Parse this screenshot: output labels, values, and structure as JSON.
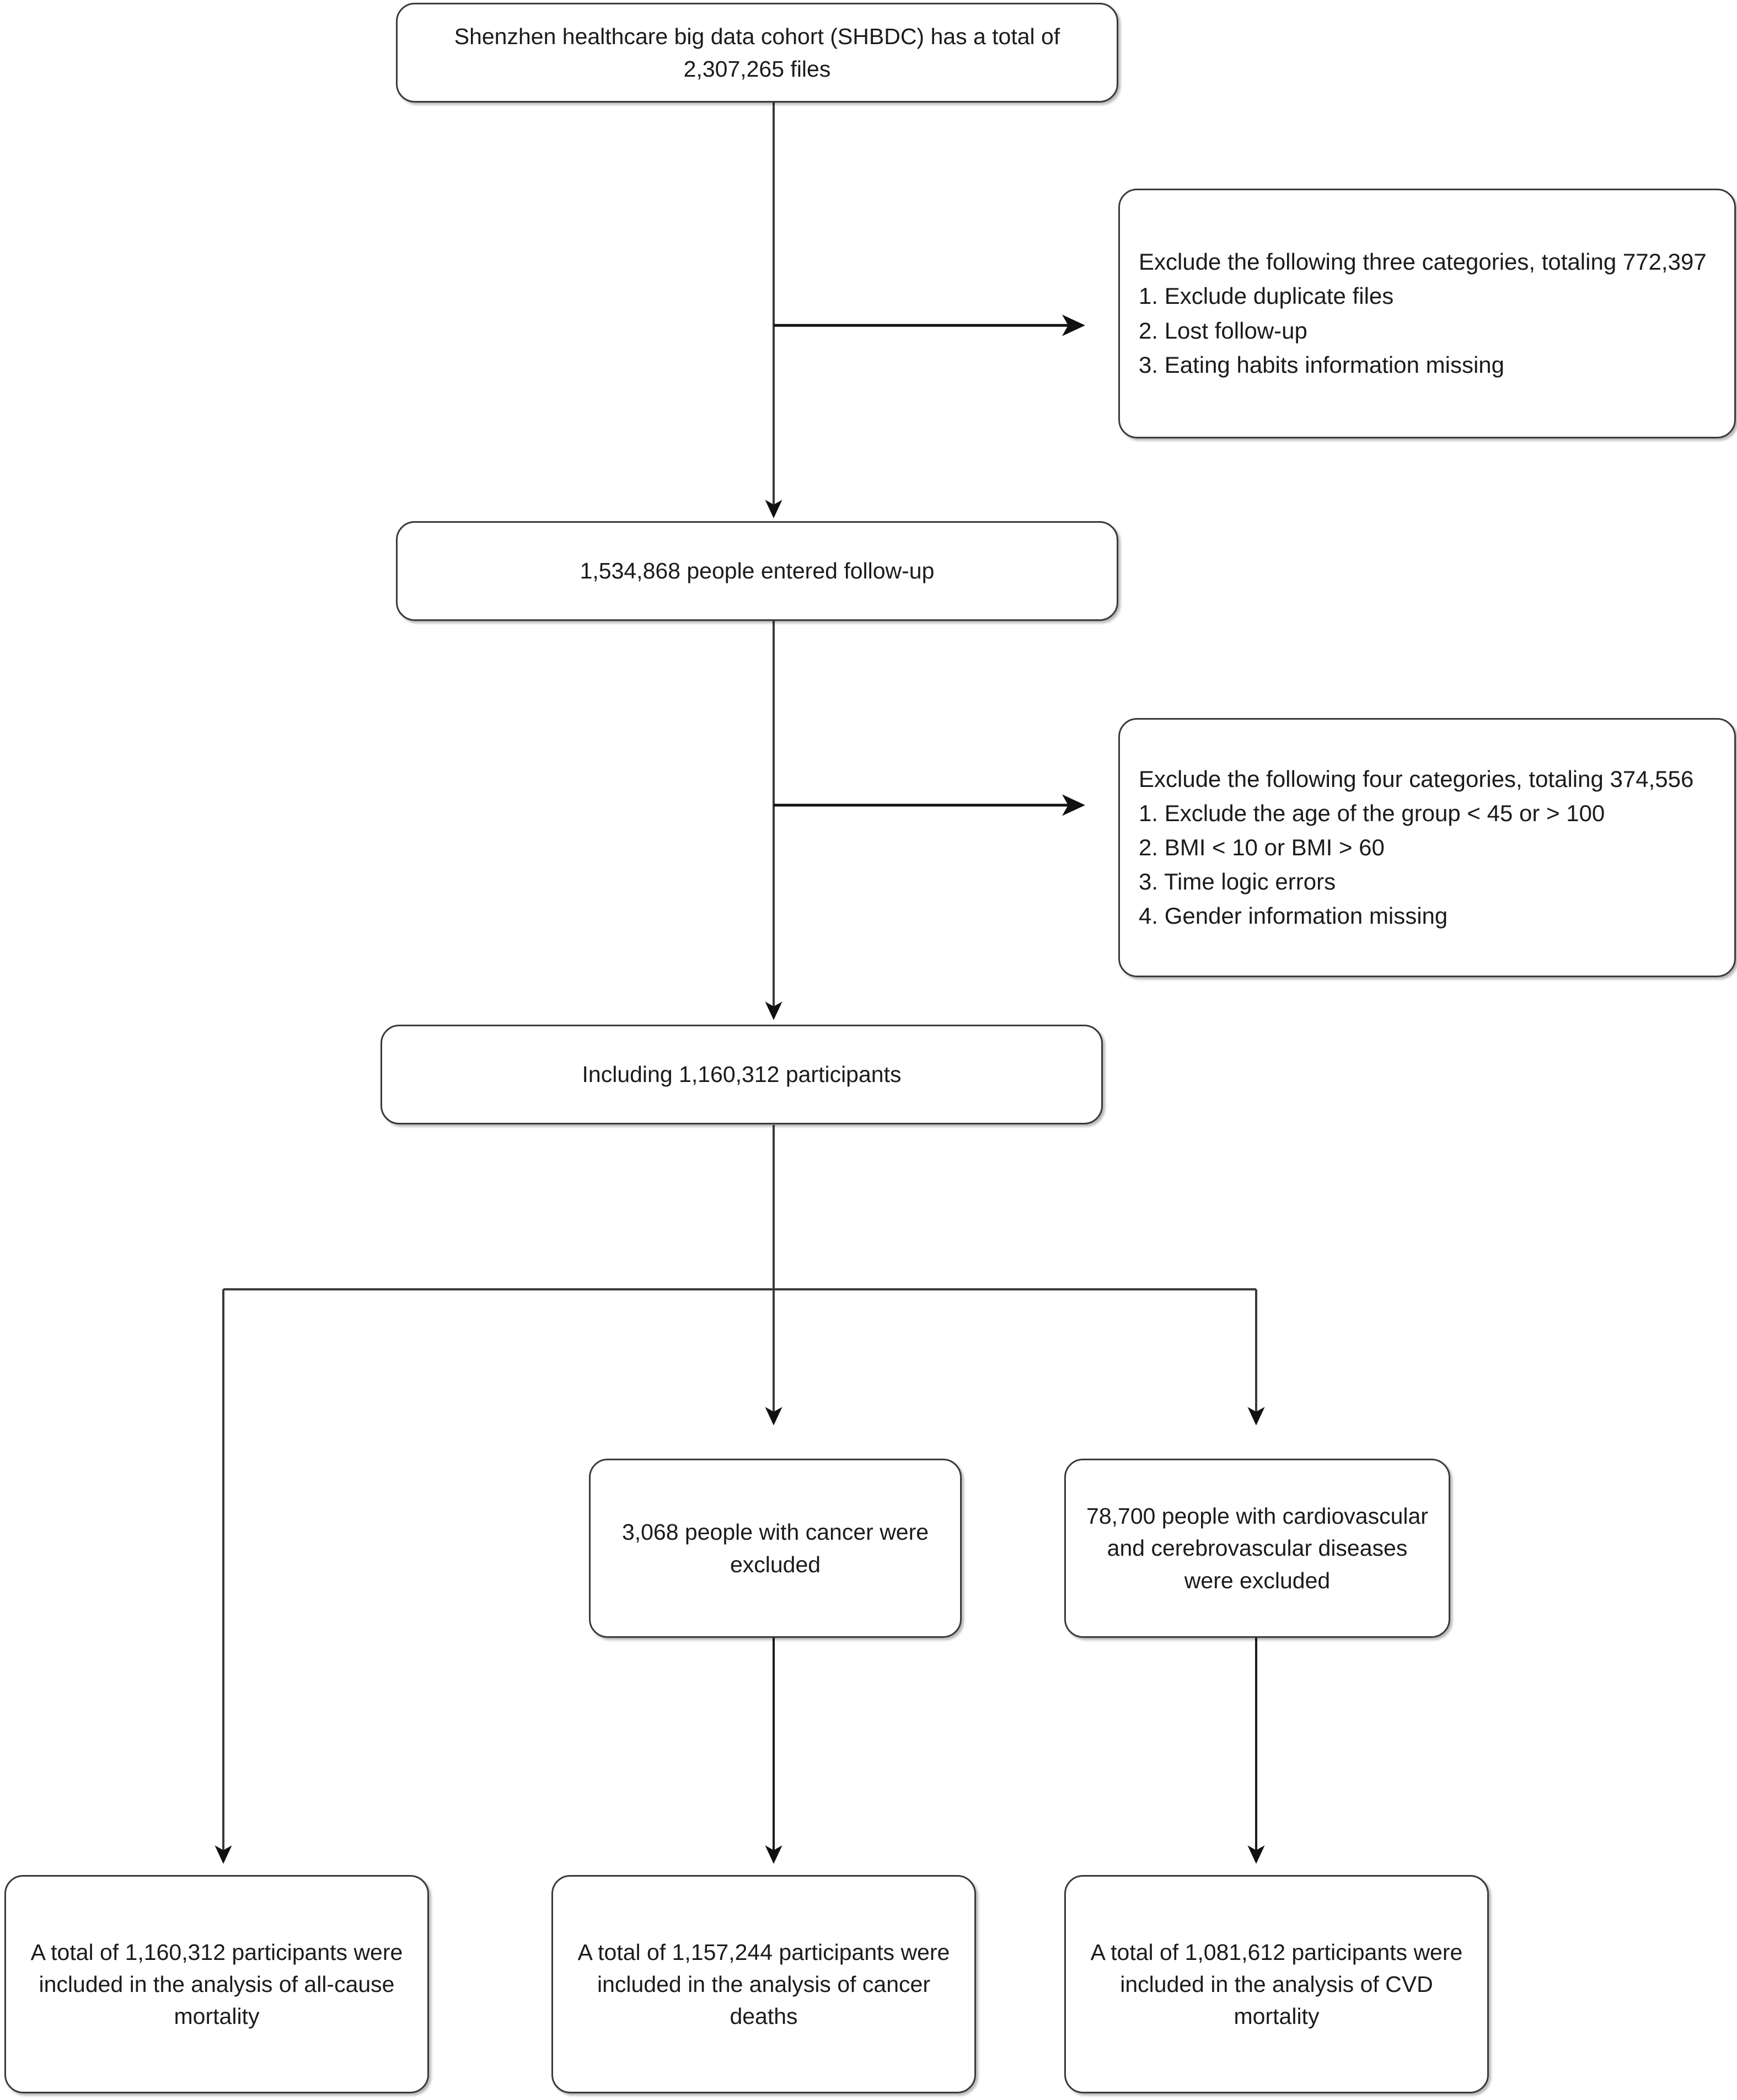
{
  "diagram": {
    "title": "Study participant flow diagram",
    "type": "flowchart",
    "line_color": "#3a3a3a",
    "box_fill": "#ffffff",
    "text_color": "#1b1b1b"
  },
  "nodes": {
    "source_cohort": {
      "text": "Shenzhen healthcare big data cohort (SHBDC) has a total of 2,307,265 files",
      "value": 2307265
    },
    "exclusion_1": {
      "text": "Exclude the following three categories, totaling 772,397\n1. Exclude duplicate files\n2. Lost follow-up\n3. Eating habits information missing",
      "heading": "Exclude the following three categories, totaling 772,397",
      "total": 772397,
      "items": [
        "1. Exclude duplicate files",
        "2. Lost follow-up",
        "3. Eating habits information missing"
      ]
    },
    "entered_followup": {
      "text": "1,534,868 people entered follow-up",
      "value": 1534868
    },
    "exclusion_2": {
      "text": "Exclude the following four categories, totaling 374,556\n1. Exclude the age of the group < 45 or > 100\n2. BMI < 10 or BMI > 60\n3. Time logic errors\n4. Gender information missing",
      "heading": "Exclude the following four categories, totaling 374,556",
      "total": 374556,
      "items": [
        "1. Exclude the age of the group < 45 or > 100",
        "2. BMI < 10 or BMI > 60",
        "3. Time logic errors",
        "4. Gender information missing"
      ]
    },
    "included_participants": {
      "text": "Including 1,160,312 participants",
      "value": 1160312
    },
    "cancer_excluded": {
      "text": "3,068 people with cancer were excluded",
      "value": 3068
    },
    "cvd_excluded": {
      "text": "78,700 people with cardiovascular and cerebrovascular diseases were excluded",
      "value": 78700
    },
    "result_all_cause": {
      "text": "A total of 1,160,312 participants were included in the analysis of all-cause mortality",
      "value": 1160312
    },
    "result_cancer": {
      "text": "A total of 1,157,244 participants were included in the analysis of cancer deaths",
      "value": 1157244
    },
    "result_cvd": {
      "text": "A total of 1,081,612 participants were included in the analysis of CVD mortality",
      "value": 1081612
    }
  }
}
